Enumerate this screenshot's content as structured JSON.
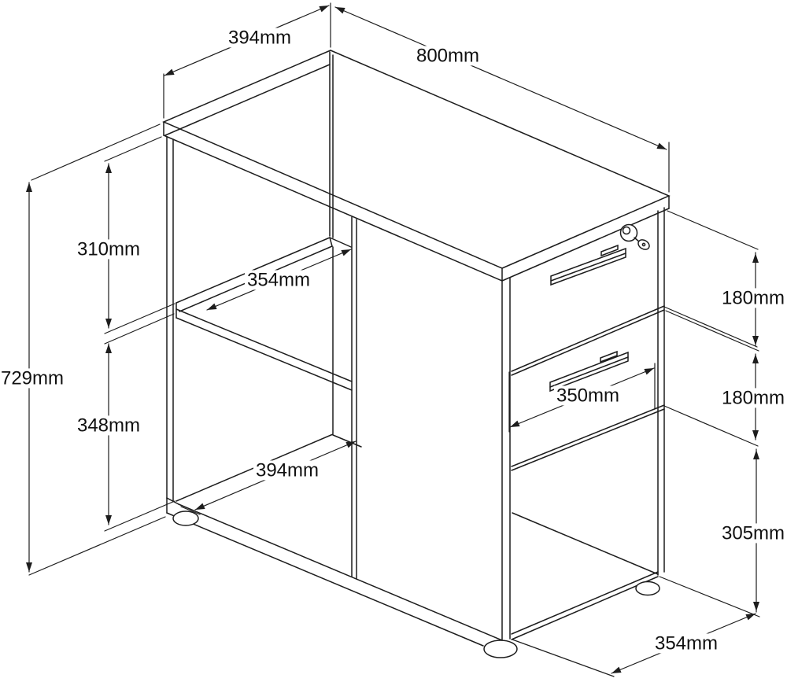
{
  "diagram": {
    "type": "furniture-dimension-line-drawing",
    "background_color": "#ffffff",
    "line_color": "#1d1d1d",
    "dimensions": {
      "top_depth": "394mm",
      "top_width": "800mm",
      "overall_height": "729mm",
      "upper_compartment_height": "310mm",
      "shelf_depth": "354mm",
      "lower_compartment_height": "348mm",
      "bottom_shelf_depth": "394mm",
      "top_drawer_height": "180mm",
      "second_drawer_height": "180mm",
      "drawer_front_width": "350mm",
      "open_recess_height": "305mm",
      "base_recess_depth": "354mm"
    }
  }
}
